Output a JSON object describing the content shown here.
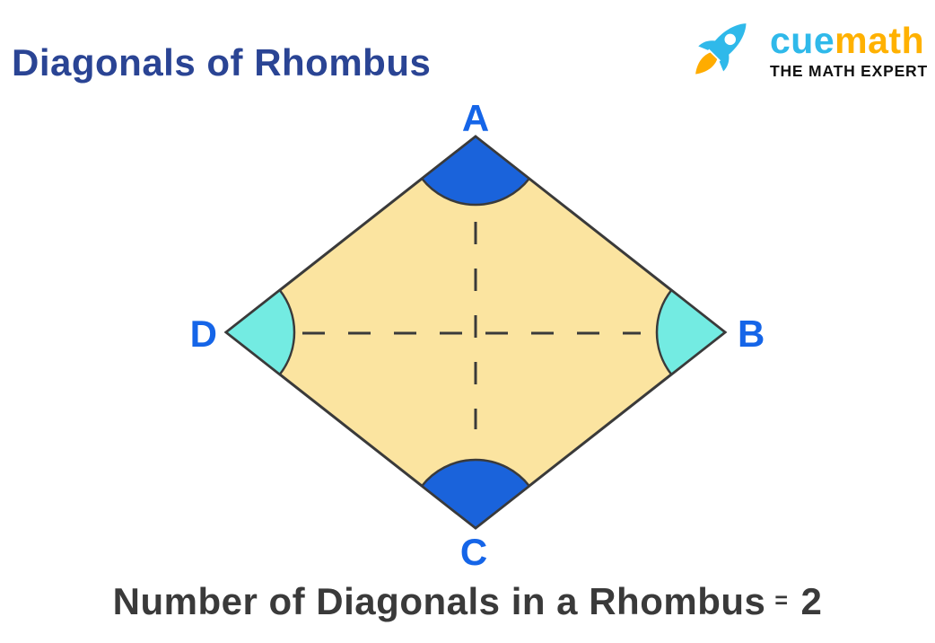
{
  "page": {
    "title": "Diagonals of Rhombus",
    "title_color": "#2A4494",
    "background": "#ffffff"
  },
  "logo": {
    "brand_cue": "cue",
    "brand_math": "math",
    "tagline": "THE MATH EXPERT",
    "rocket_icon": "rocket-icon",
    "colors": {
      "cue": "#2FB9EA",
      "math": "#FFB100",
      "tagline": "#111111",
      "rocket_body": "#2FB9EA",
      "rocket_window": "#FFFFFF",
      "rocket_flame": "#FFAC00"
    }
  },
  "figure": {
    "shape": "rhombus",
    "fill": "#FBE4A0",
    "outline": "#3A3A3A",
    "label_color": "#1565E8",
    "vertices": [
      {
        "label": "A",
        "position": "top"
      },
      {
        "label": "B",
        "position": "right"
      },
      {
        "label": "C",
        "position": "bottom"
      },
      {
        "label": "D",
        "position": "left"
      }
    ],
    "angle_marks": [
      {
        "vertex": "A",
        "color": "#1A63DB"
      },
      {
        "vertex": "B",
        "color": "#73EBE2"
      },
      {
        "vertex": "C",
        "color": "#1A63DB"
      },
      {
        "vertex": "D",
        "color": "#73EBE2"
      }
    ],
    "diagonals": [
      {
        "name": "AC",
        "style": "dashed",
        "color": "#3A3A3A"
      },
      {
        "name": "BD",
        "style": "dashed",
        "color": "#3A3A3A"
      }
    ]
  },
  "caption": {
    "prefix": "Number of Diagonals in a Rhombus",
    "equals": "=",
    "value": "2",
    "color": "#3A3A3A"
  }
}
